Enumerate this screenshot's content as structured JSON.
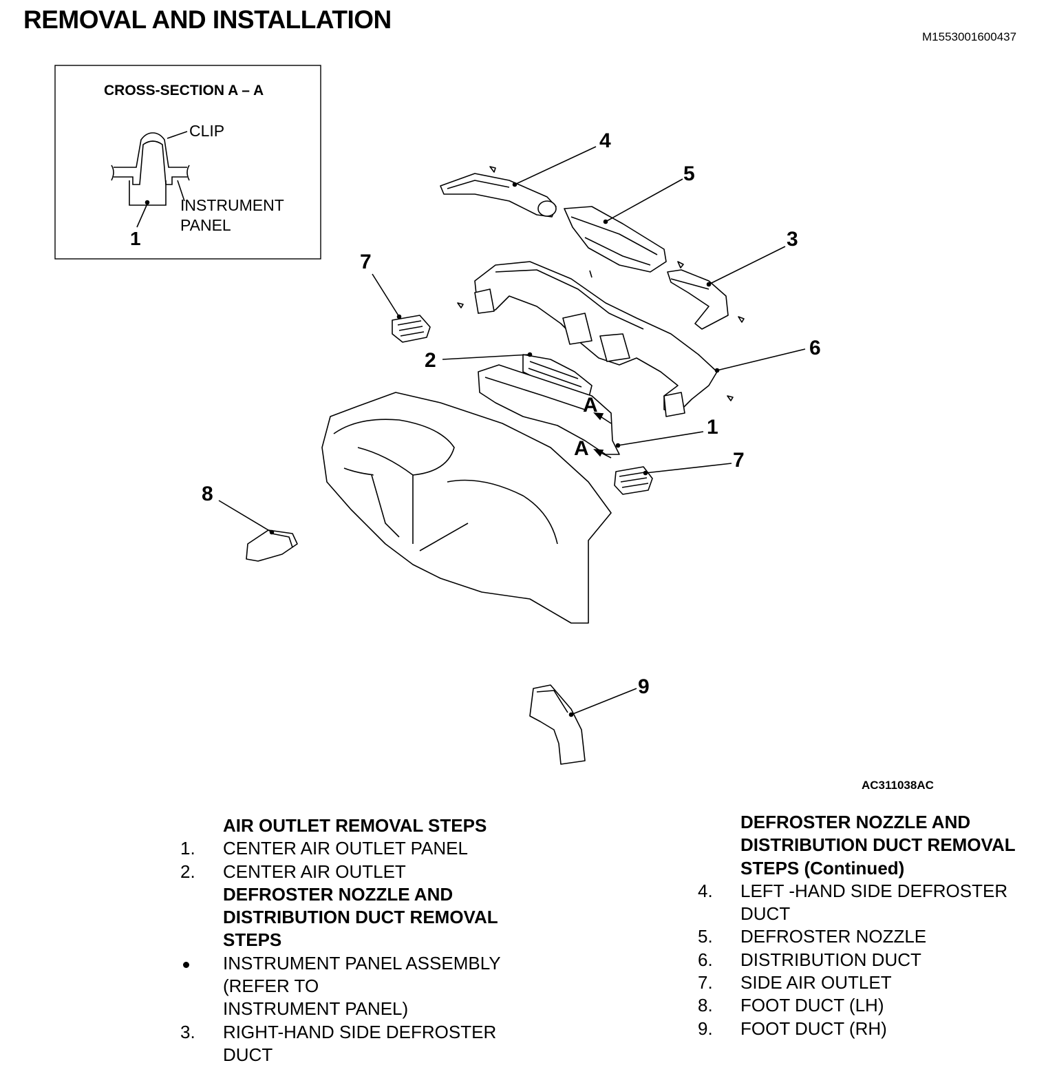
{
  "page_title": "REMOVAL AND INSTALLATION",
  "doc_id": "M1553001600437",
  "figure_id": "AC311038AC",
  "inset": {
    "title": "CROSS-SECTION A – A",
    "clip_label": "CLIP",
    "panel_label_1": "INSTRUMENT",
    "panel_label_2": "PANEL",
    "callout": "1"
  },
  "callouts": {
    "c1": "1",
    "c2": "2",
    "c3": "3",
    "c4": "4",
    "c5": "5",
    "c6": "6",
    "c7a": "7",
    "c7b": "7",
    "c8": "8",
    "c9": "9",
    "secA1": "A",
    "secA2": "A"
  },
  "left_steps": {
    "header1": "AIR OUTLET REMOVAL STEPS",
    "s1_num": "1.",
    "s1": "CENTER AIR OUTLET PANEL",
    "s2_num": "2.",
    "s2": "CENTER AIR OUTLET",
    "header2_l1": "DEFROSTER NOZZLE AND",
    "header2_l2": "DISTRIBUTION DUCT REMOVAL",
    "header2_l3": "STEPS",
    "b1_l1": "INSTRUMENT PANEL ASSEMBLY",
    "b1_l2": "(REFER TO",
    "b1_l3": "INSTRUMENT PANEL)",
    "s3_num": "3.",
    "s3_l1": "RIGHT-HAND SIDE DEFROSTER",
    "s3_l2": "DUCT"
  },
  "right_steps": {
    "header_l1": "DEFROSTER NOZZLE AND",
    "header_l2": "DISTRIBUTION DUCT REMOVAL",
    "header_l3": "STEPS (Continued)",
    "s4_num": "4.",
    "s4_l1": "LEFT -HAND SIDE DEFROSTER",
    "s4_l2": "DUCT",
    "s5_num": "5.",
    "s5": "DEFROSTER NOZZLE",
    "s6_num": "6.",
    "s6": "DISTRIBUTION DUCT",
    "s7_num": "7.",
    "s7": "SIDE AIR OUTLET",
    "s8_num": "8.",
    "s8": "FOOT DUCT (LH)",
    "s9_num": "9.",
    "s9": "FOOT DUCT (RH)"
  }
}
